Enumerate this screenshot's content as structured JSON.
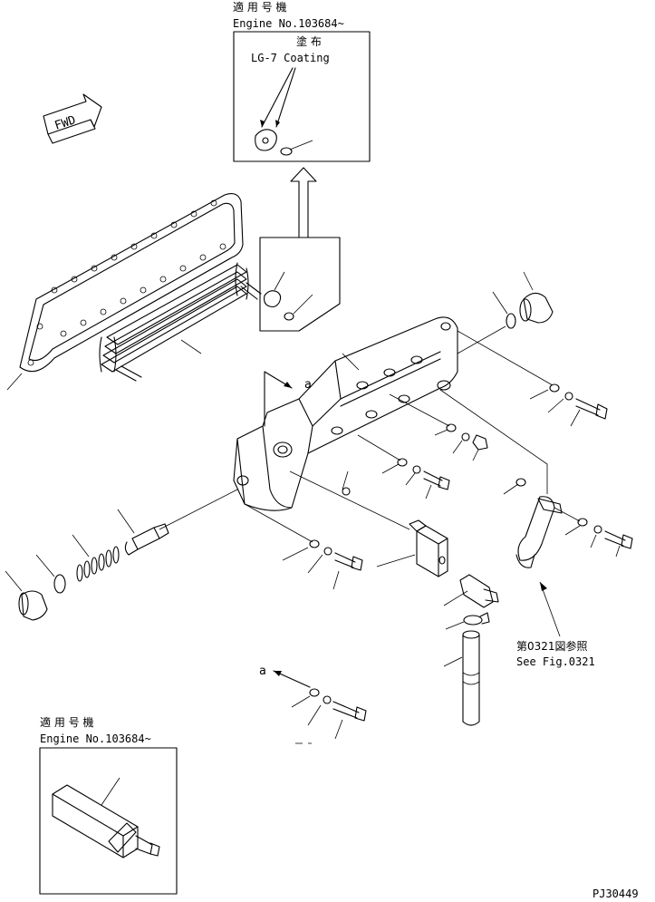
{
  "top_note": {
    "title": "適 用 号 機",
    "engine": "Engine No.103684~",
    "coating_ja": "塗 布",
    "coating_en": "LG-7 Coating"
  },
  "bottom_note": {
    "title": "適 用 号 機",
    "engine": "Engine No.103684~"
  },
  "fwd_label": "FWD",
  "view_mark_a": "a",
  "reference": {
    "ja": "第0321図参照",
    "en": "See Fig.0321"
  },
  "drawing_code": "PJ30449"
}
